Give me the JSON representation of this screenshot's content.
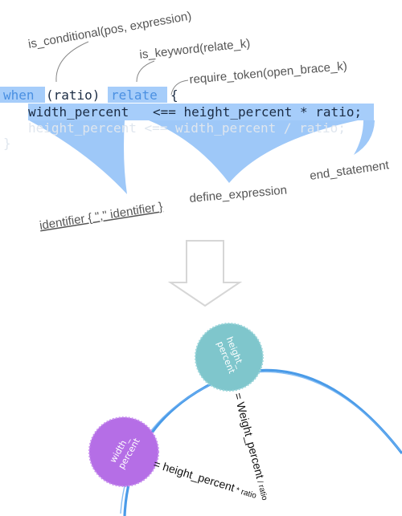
{
  "annotations": {
    "is_conditional": "is_conditional(pos, expression)",
    "is_keyword": "is_keyword(relate_k)",
    "require_token": "require_token(open_brace_k)",
    "identifier_list": "identifier { \",\" identifier }",
    "define_expression": "define_expression",
    "end_statement": "end_statement"
  },
  "code": {
    "line1_when": "when",
    "line1_paren": "(ratio)",
    "line1_relate": "relate",
    "line1_brace": "{",
    "line2_lhs": "width_percent",
    "line2_rhs": "<== height_percent * ratio;",
    "line3": "height_percent <== width_percent / ratio;",
    "line4": "}"
  },
  "graph": {
    "node_height": "height_\npercent",
    "node_width": "width_\npercent",
    "edge_label_height": "= Weight_percent / ratio",
    "edge_label_width": "= height_percent * ratio"
  },
  "colors": {
    "highlight": "#a6cdfa",
    "funnel": "#9ec8f8",
    "keyword": "#4a90e2",
    "node_height": "#7fc6cc",
    "node_width": "#b56ee6",
    "arc": "#4a9be8"
  }
}
